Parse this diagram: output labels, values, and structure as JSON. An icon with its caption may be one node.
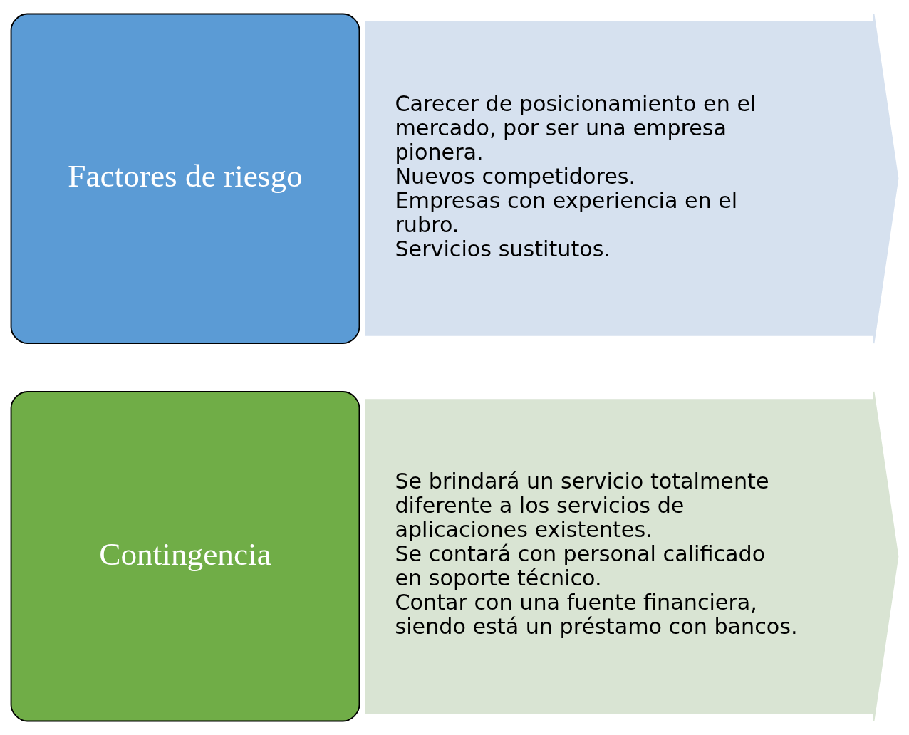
{
  "diagram": {
    "nodes": [
      {
        "text": [
          "Factores de riesgo"
        ]
      },
      {
        "text": [
          "Carecer de posicionamiento en el mercado, por ser una empresa pionera.",
          "Nuevos competidores.",
          "Empresas con experiencia en el rubro.",
          "Servicios sustitutos."
        ]
      },
      {
        "text": [
          "Contingencia"
        ]
      },
      {
        "text": [
          "Se brindará un servicio totalmente diferente a los servicios de aplicaciones existentes.",
          "Se contará con personal calificado en soporte técnico.",
          "Contar con una fuente financiera, siendo está un préstamo con bancos."
        ]
      }
    ]
  }
}
